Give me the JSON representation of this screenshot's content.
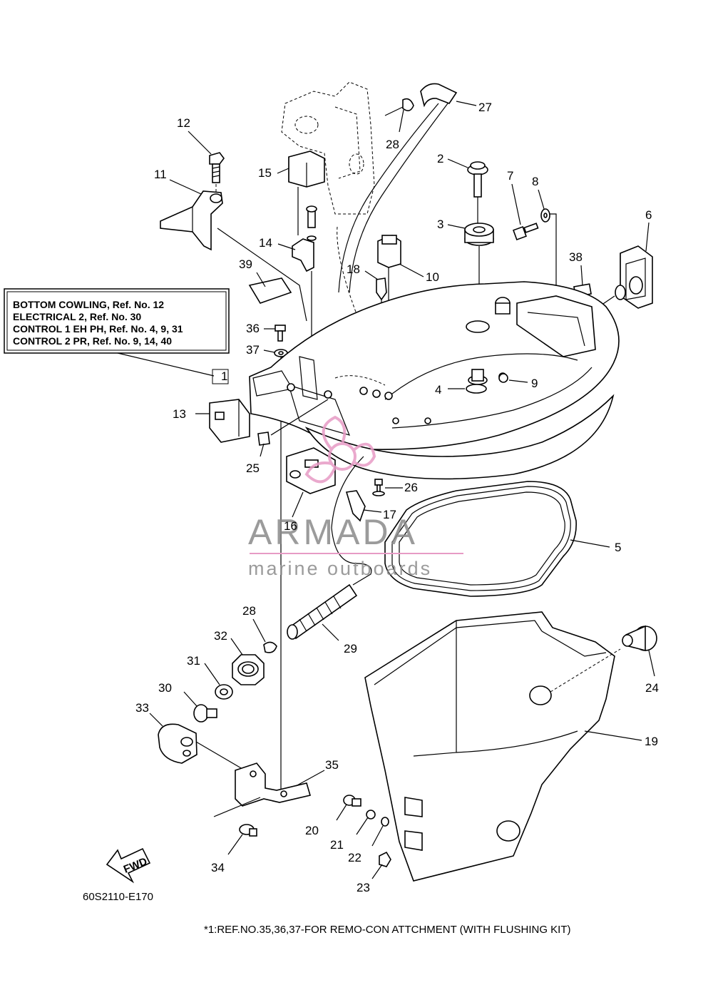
{
  "reference_box": {
    "lines": [
      "BOTTOM COWLING, Ref. No. 12",
      "ELECTRICAL 2, Ref. No. 30",
      "CONTROL 1 EH PH, Ref. No. 4, 9, 31",
      "CONTROL 2 PR, Ref. No. 9, 14, 40"
    ]
  },
  "part_labels": {
    "p1": "1",
    "p2": "2",
    "p3": "3",
    "p4": "4",
    "p5": "5",
    "p6": "6",
    "p7": "7",
    "p8": "8",
    "p9": "9",
    "p10": "10",
    "p11": "11",
    "p12": "12",
    "p13": "13",
    "p14": "14",
    "p15": "15",
    "p16": "16",
    "p17": "17",
    "p18": "18",
    "p19": "19",
    "p20": "20",
    "p21": "21",
    "p22": "22",
    "p23": "23",
    "p24": "24",
    "p25": "25",
    "p26": "26",
    "p27": "27",
    "p28a": "28",
    "p28b": "28",
    "p29": "29",
    "p30": "30",
    "p31": "31",
    "p32": "32",
    "p33": "33",
    "p34": "34",
    "p35": "35",
    "p36": "36",
    "p37": "37",
    "p38": "38",
    "p39": "39"
  },
  "fwd_arrow_text": "FWD",
  "diagram_code": "60S2110-E170",
  "footnote": "*1:REF.NO.35,36,37-FOR REMO-CON ATTCHMENT (WITH FLUSHING KIT)",
  "watermark": {
    "brand": "ARMADA",
    "tagline": "marine outboards",
    "accent_color": "#e79bc5"
  }
}
